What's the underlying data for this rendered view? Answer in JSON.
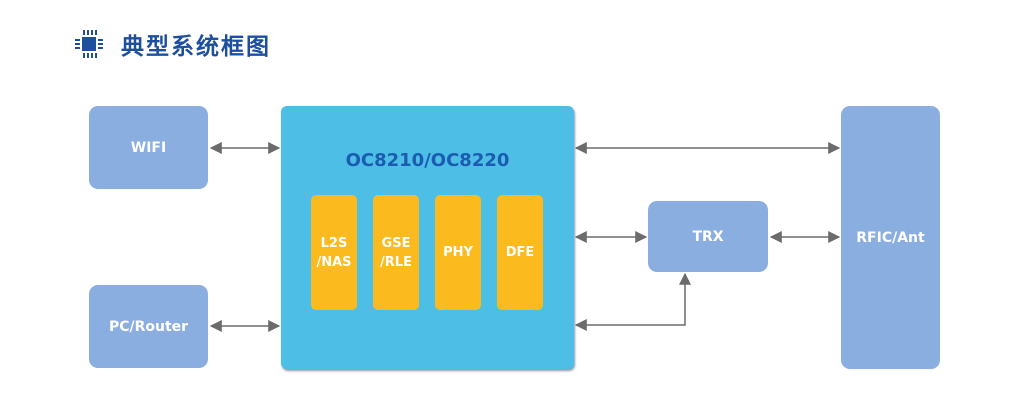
{
  "header": {
    "icon": "chip-icon",
    "title": "典型系统框图"
  },
  "diagram": {
    "nodes": {
      "wifi": "WIFI",
      "pc_router": "PC/Router",
      "soc": "OC8210/OC8220",
      "trx": "TRX",
      "rfic": "RFIC/Ant"
    },
    "soc_blocks": [
      {
        "label": "L2S\n/NAS"
      },
      {
        "label": "GSE\n/RLE"
      },
      {
        "label": "PHY"
      },
      {
        "label": "DFE"
      }
    ],
    "connections": [
      {
        "from": "WIFI",
        "to": "OC8210/OC8220",
        "type": "bidirectional"
      },
      {
        "from": "PC/Router",
        "to": "OC8210/OC8220",
        "type": "bidirectional"
      },
      {
        "from": "OC8210/OC8220",
        "to": "RFIC/Ant",
        "type": "bidirectional"
      },
      {
        "from": "OC8210/OC8220",
        "to": "TRX",
        "type": "bidirectional"
      },
      {
        "from": "TRX",
        "to": "RFIC/Ant",
        "type": "bidirectional"
      },
      {
        "from": "OC8210/OC8220",
        "to": "TRX",
        "type": "bidirectional-elbow"
      }
    ],
    "colors": {
      "title": "#1d4f9c",
      "peripheral_box": "#8aaee0",
      "soc_box": "#4dbee6",
      "soc_title": "#1b5bb0",
      "soc_block": "#fbba1e",
      "arrow": "#6b6b6b"
    }
  }
}
